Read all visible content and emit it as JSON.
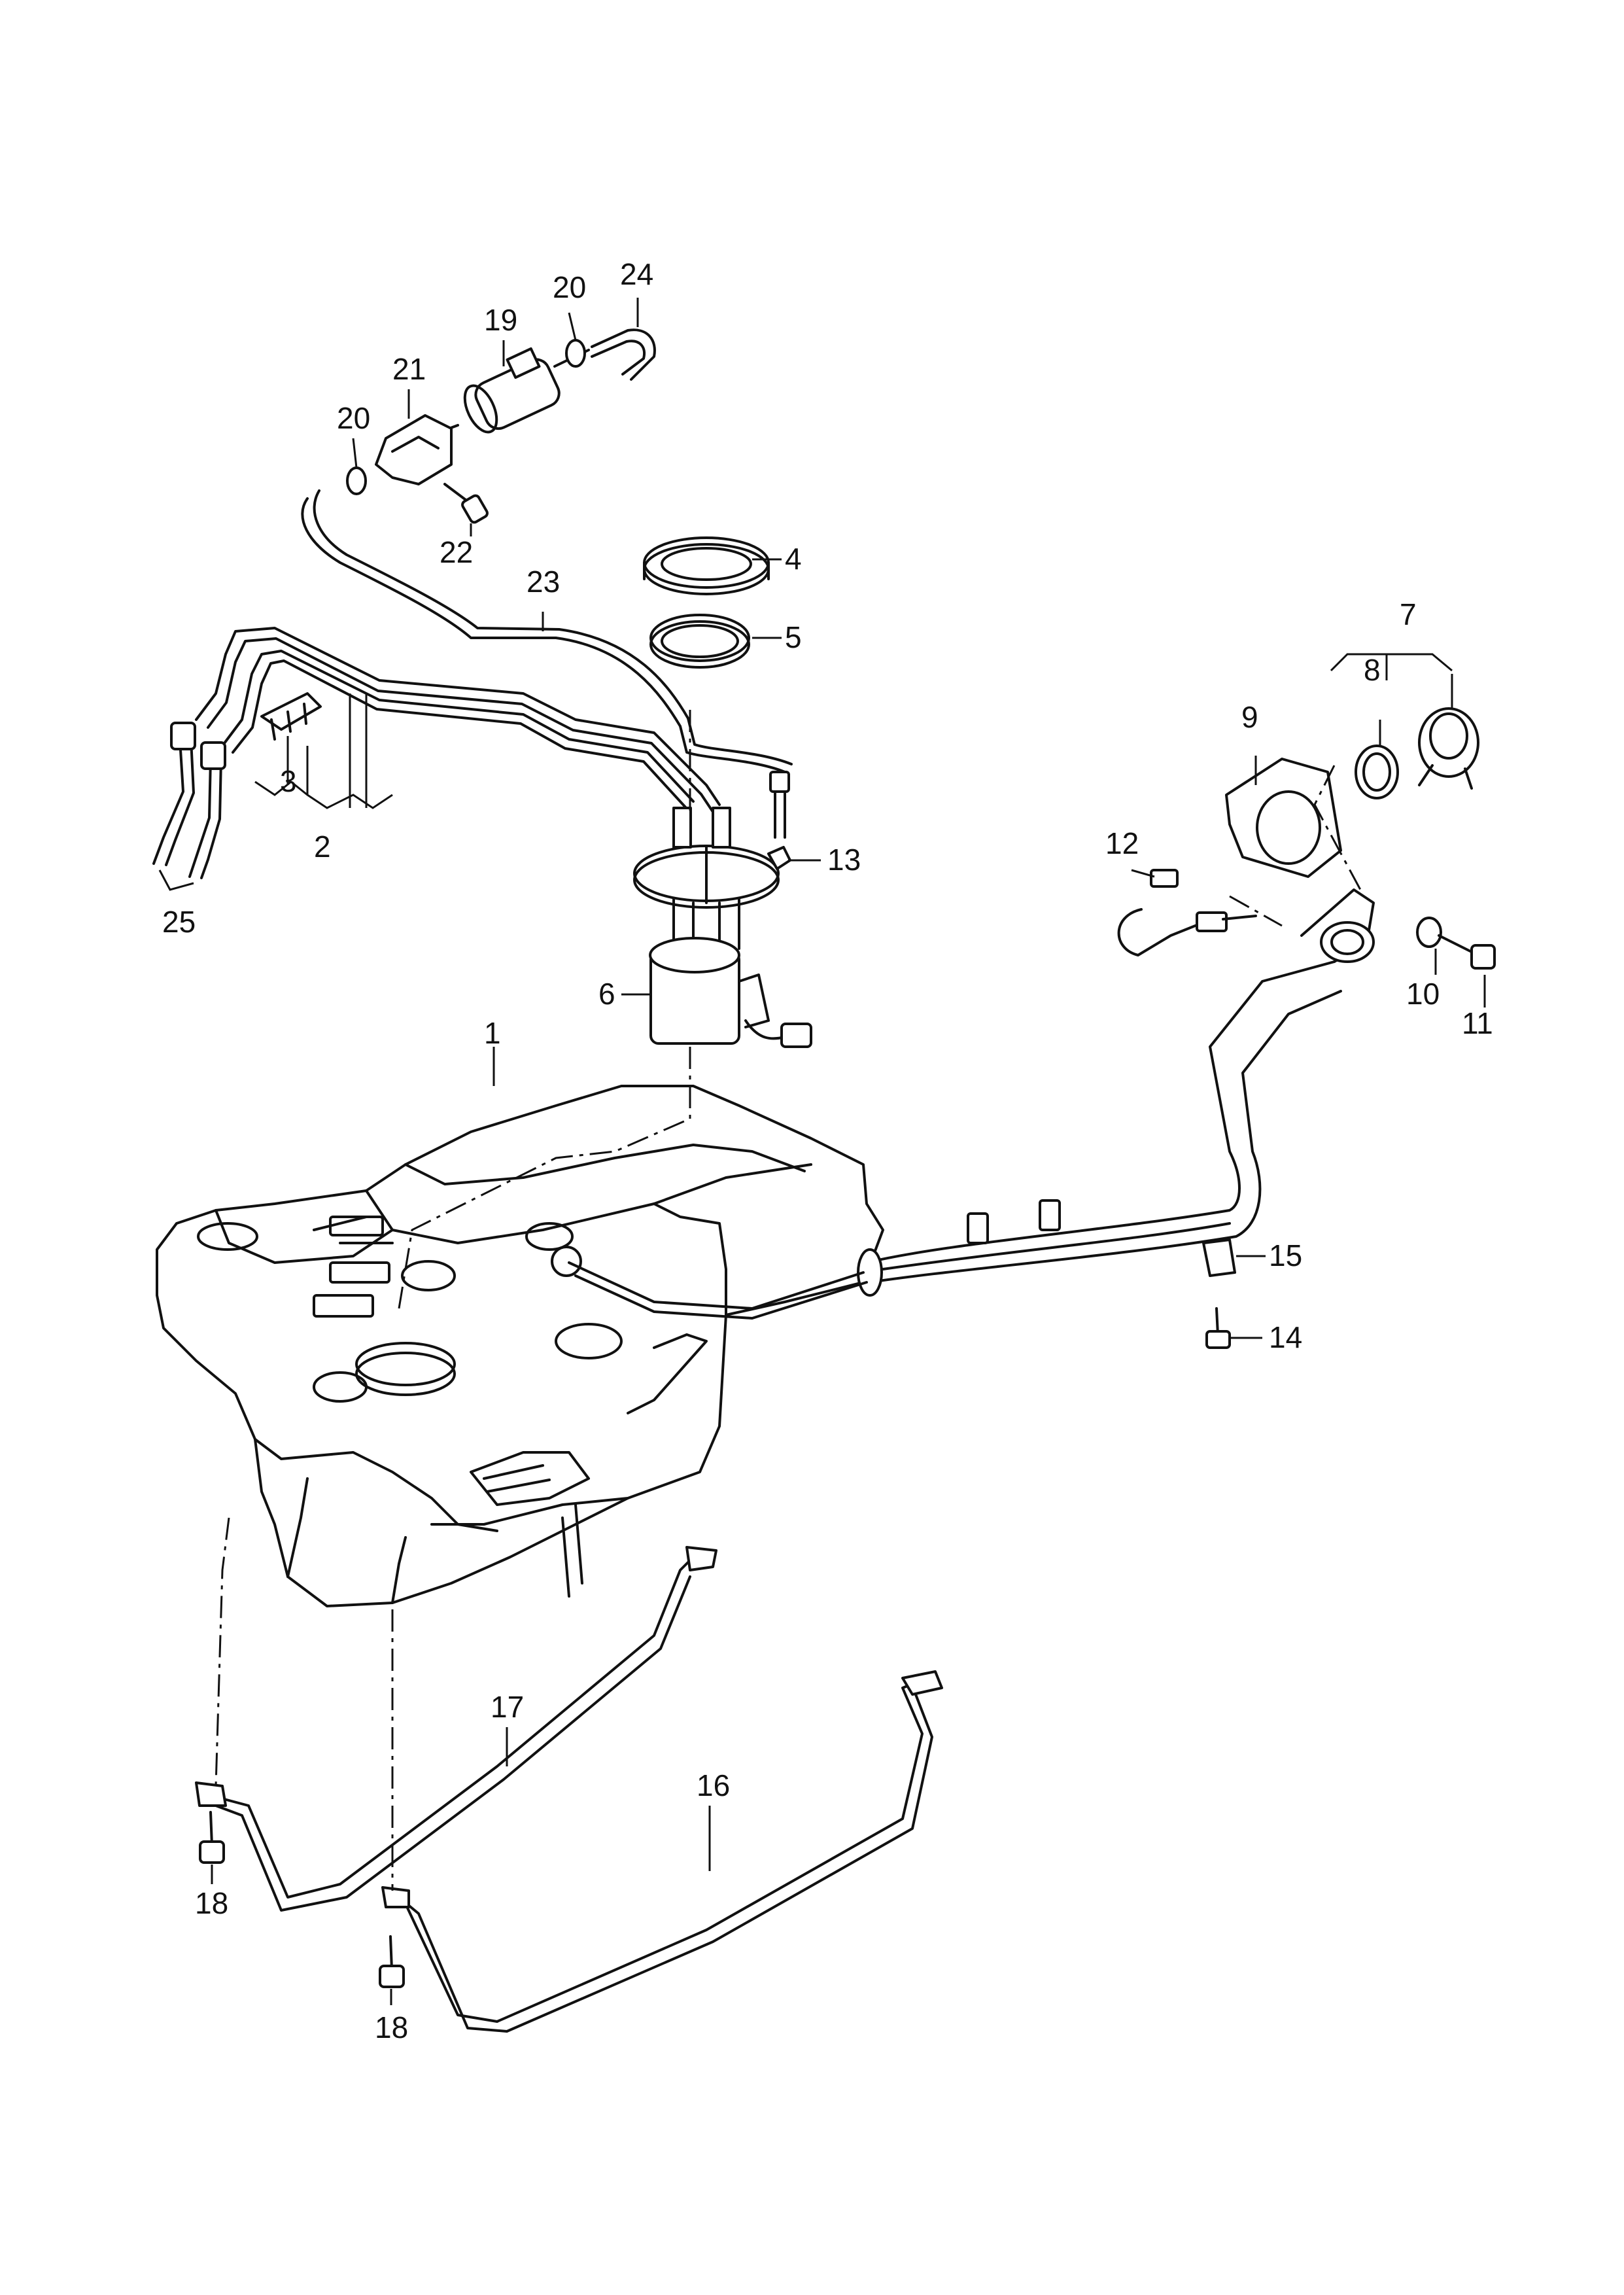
{
  "callouts": {
    "c1": "1",
    "c2": "2",
    "c3": "3",
    "c4": "4",
    "c5": "5",
    "c6": "6",
    "c7": "7",
    "c8": "8",
    "c9": "9",
    "c10": "10",
    "c11": "11",
    "c12": "12",
    "c13": "13",
    "c14": "14",
    "c15": "15",
    "c16": "16",
    "c17": "17",
    "c18a": "18",
    "c18b": "18",
    "c19": "19",
    "c20a": "20",
    "c20b": "20",
    "c21": "21",
    "c22": "22",
    "c23": "23",
    "c24": "24",
    "c25": "25"
  }
}
